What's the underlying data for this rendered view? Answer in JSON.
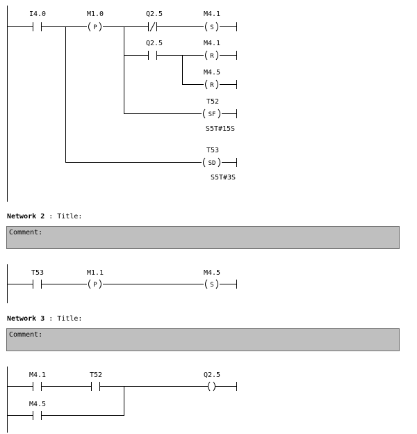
{
  "network1": {
    "contact_i40": "I4.0",
    "coil_m10": {
      "operand": "M1.0",
      "type": "P"
    },
    "contact_q25_nc": "Q2.5",
    "coil_m41_set": {
      "operand": "M4.1",
      "type": "S"
    },
    "contact_q25_no": "Q2.5",
    "coil_m41_reset": {
      "operand": "M4.1",
      "type": "R"
    },
    "coil_m45_reset": {
      "operand": "M4.5",
      "type": "R"
    },
    "timer_t52": {
      "operand": "T52",
      "type": "SF",
      "preset": "S5T#15S"
    },
    "timer_t53": {
      "operand": "T53",
      "type": "SD",
      "preset": "S5T#3S"
    }
  },
  "network2": {
    "label": "Network",
    "number": "2",
    "title": "Title:",
    "comment": "Comment:",
    "contact_t53": "T53",
    "coil_m11": {
      "operand": "M1.1",
      "type": "P"
    },
    "coil_m45_set": {
      "operand": "M4.5",
      "type": "S"
    }
  },
  "network3": {
    "label": "Network",
    "number": "3",
    "title": "Title:",
    "comment": "Comment:",
    "contact_m41": "M4.1",
    "contact_t52": "T52",
    "contact_m45": "M4.5",
    "coil_q25": {
      "operand": "Q2.5",
      "type": ""
    }
  }
}
